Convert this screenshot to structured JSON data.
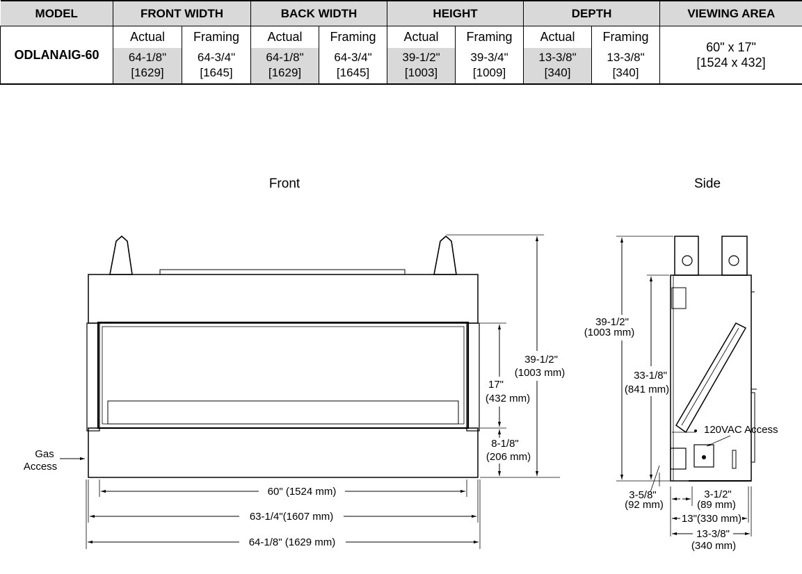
{
  "table": {
    "headers": {
      "model": "MODEL",
      "front_width": "FRONT WIDTH",
      "back_width": "BACK WIDTH",
      "height": "HEIGHT",
      "depth": "DEPTH",
      "viewing_area": "VIEWING AREA"
    },
    "sub_headers": {
      "actual": "Actual",
      "framing": "Framing"
    },
    "row": {
      "model": "ODLANAIG-60",
      "front_width_actual": [
        "64-1/8\"",
        "[1629]"
      ],
      "front_width_framing": [
        "64-3/4\"",
        "[1645]"
      ],
      "back_width_actual": [
        "64-1/8\"",
        "[1629]"
      ],
      "back_width_framing": [
        "64-3/4\"",
        "[1645]"
      ],
      "height_actual": [
        "39-1/2\"",
        "[1003]"
      ],
      "height_framing": [
        "39-3/4\"",
        "[1009]"
      ],
      "depth_actual": [
        "13-3/8\"",
        "[340]"
      ],
      "depth_framing": [
        "13-3/8\"",
        "[340]"
      ],
      "viewing_area": [
        "60\" x 17\"",
        "[1524 x 432]"
      ]
    }
  },
  "front_view": {
    "title": "Front",
    "gas_access": [
      "Gas",
      "Access"
    ],
    "dim_opening_width": "60\" (1524 mm)",
    "dim_inner_width": "63-1/4\"(1607 mm)",
    "dim_overall_width": "64-1/8\" (1629 mm)",
    "dim_opening_height": [
      "17\"",
      "(432 mm)"
    ],
    "dim_base_height": [
      "8-1/8\"",
      "(206 mm)"
    ],
    "dim_overall_height": [
      "39-1/2\"",
      "(1003 mm)"
    ]
  },
  "side_view": {
    "title": "Side",
    "dim_overall_height": [
      "39-1/2\"",
      "(1003 mm)"
    ],
    "dim_body_height": [
      "33-1/8\"",
      "(841 mm)"
    ],
    "access_label": "120VAC Access",
    "dim_front_offset": [
      "3-5/8\"",
      "(92 mm)"
    ],
    "dim_access_offset": [
      "3-1/2\"",
      "(89 mm)"
    ],
    "dim_body_depth": "13\"(330 mm)",
    "dim_overall_depth": [
      "13-3/8\"",
      "(340 mm)"
    ]
  },
  "colors": {
    "header_fill": "#d9d9d9",
    "line": "#000000"
  }
}
